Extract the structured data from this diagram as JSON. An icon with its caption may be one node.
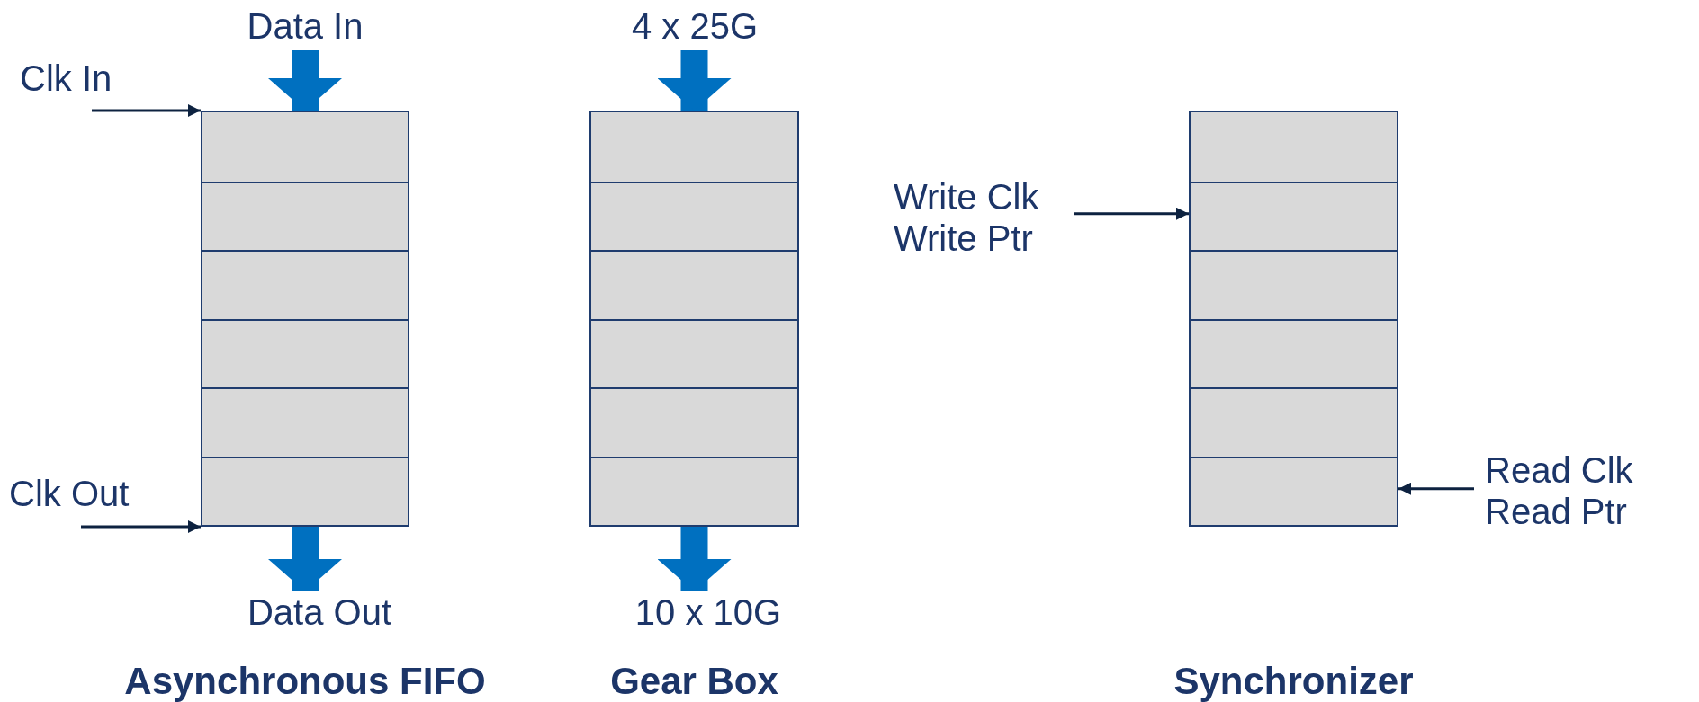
{
  "diagram": {
    "nodes": [
      {
        "text": [
          "Asynchronous FIFO"
        ]
      },
      {
        "text": [
          "Clk In"
        ]
      },
      {
        "text": [
          "Data In"
        ]
      },
      {
        "text": [
          "Clk Out"
        ]
      },
      {
        "text": [
          "Data Out"
        ]
      },
      {
        "text": [
          "Gear Box"
        ]
      },
      {
        "text": [
          "4 x 25G"
        ]
      },
      {
        "text": [
          "10 x 10G"
        ]
      },
      {
        "text": [
          "Synchronizer"
        ]
      },
      {
        "text": [
          "Write Clk Write Ptr"
        ]
      },
      {
        "text": [
          "Read Clk Read Ptr"
        ]
      }
    ],
    "edges": [
      {
        "from": 1,
        "to": 0,
        "arrow": "to"
      },
      {
        "from": 2,
        "to": 0,
        "arrow": "to",
        "style": "thick",
        "color": "#0070c0"
      },
      {
        "from": 0,
        "to": 4,
        "arrow": "to",
        "style": "thick",
        "color": "#0070c0"
      },
      {
        "from": 3,
        "to": 0,
        "arrow": "to"
      },
      {
        "from": 6,
        "to": 5,
        "arrow": "to",
        "style": "thick",
        "color": "#0070c0"
      },
      {
        "from": 5,
        "to": 7,
        "arrow": "to",
        "style": "thick",
        "color": "#0070c0"
      },
      {
        "from": 9,
        "to": 8,
        "arrow": "to"
      },
      {
        "from": 10,
        "to": 8,
        "arrow": "to"
      }
    ]
  }
}
